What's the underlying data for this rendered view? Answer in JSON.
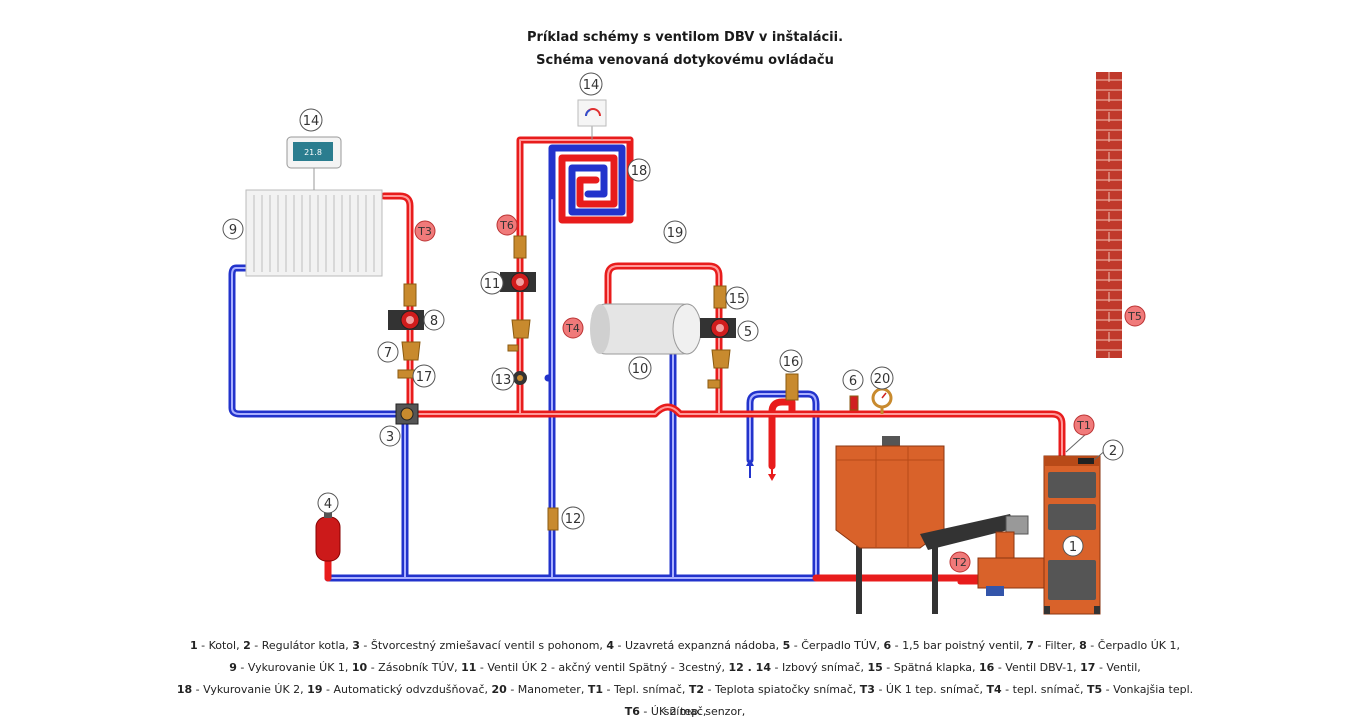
{
  "title_line1": "Príklad schémy s ventilom DBV v inštalácii.",
  "title_line2": "Schéma venovaná dotykovému ovládaču",
  "thermostat_display": "21.8",
  "labels": {
    "n1": "1",
    "n2": "2",
    "n3": "3",
    "n4": "4",
    "n5": "5",
    "n6": "6",
    "n7": "7",
    "n8": "8",
    "n9": "9",
    "n10": "10",
    "n11": "11",
    "n12": "12",
    "n13": "13",
    "n14a": "14",
    "n14b": "14",
    "n15": "15",
    "n16": "16",
    "n17": "17",
    "n18": "18",
    "n19": "19",
    "n20": "20",
    "t1": "T1",
    "t2": "T2",
    "t3": "T3",
    "t4": "T4",
    "t5": "T5",
    "t6": "T6"
  },
  "legend": [
    [
      {
        "k": "1",
        "d": " - Kotol, "
      },
      {
        "k": "2",
        "d": " - Regulátor kotla, "
      },
      {
        "k": "3",
        "d": " - Štvorcestný zmiešavací ventil s pohonom, "
      },
      {
        "k": "4",
        "d": " - Uzavretá expanzná nádoba, "
      },
      {
        "k": "5",
        "d": " - Čerpadlo TÚV, "
      },
      {
        "k": "6",
        "d": " - 1,5 bar poistný ventil, "
      },
      {
        "k": "7",
        "d": " - Filter, "
      },
      {
        "k": "8",
        "d": " - Čerpadlo ÚK 1,"
      }
    ],
    [
      {
        "k": "9",
        "d": " - Vykurovanie ÚK 1, "
      },
      {
        "k": "10",
        "d": " - Zásobník TÚV, "
      },
      {
        "k": "11",
        "d": " - Ventil ÚK 2 - akčný ventil Spätný - 3cestný, "
      },
      {
        "k": "12 . 14",
        "d": " - Izbový snímač, "
      },
      {
        "k": "15",
        "d": " - Spätná klapka, "
      },
      {
        "k": "16",
        "d": " - Ventil DBV-1, "
      },
      {
        "k": "17",
        "d": " - Ventil,"
      }
    ],
    [
      {
        "k": "18",
        "d": " - Vykurovanie ÚK 2, "
      },
      {
        "k": "19",
        "d": " - Automatický odvzdušňovač, "
      },
      {
        "k": "20",
        "d": " - Manometer, "
      },
      {
        "k": "T1",
        "d": " - Tepl. snímač, "
      },
      {
        "k": "T2",
        "d": " - Teplota spiatočky snímač, "
      },
      {
        "k": "T3",
        "d": " - ÚK 1 tep. snímač, "
      },
      {
        "k": "T4",
        "d": " - tepl. snímač, "
      },
      {
        "k": "T5",
        "d": " - Vonkajšia tepl. snímač,"
      }
    ],
    [
      {
        "k": "T6",
        "d": " - ÚK 2 tep. senzor,"
      }
    ]
  ]
}
